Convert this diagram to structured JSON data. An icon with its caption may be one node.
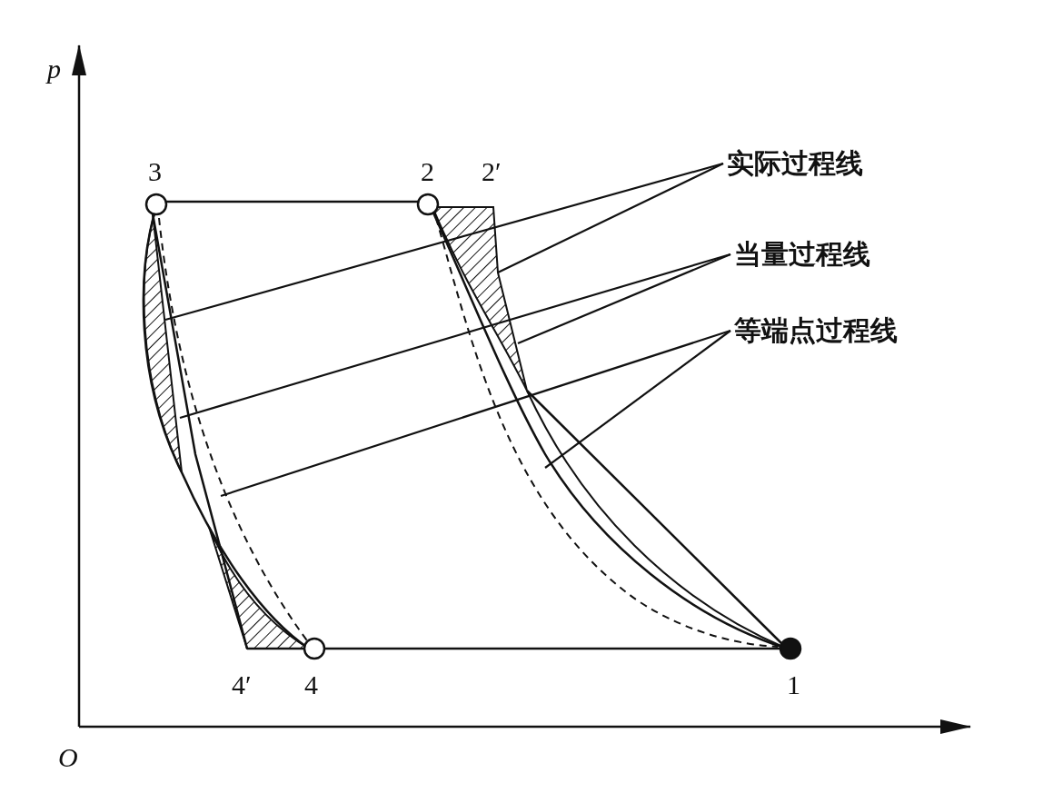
{
  "diagram": {
    "nodes": [
      {
        "text": [
          "实际过程线"
        ]
      },
      {
        "text": [
          "当量过程线"
        ]
      },
      {
        "text": [
          "等端点过程线"
        ]
      }
    ],
    "edges": [
      {
        "from": 0,
        "to": null,
        "arrow": "none"
      },
      {
        "from": 0,
        "to": null,
        "arrow": "none"
      },
      {
        "from": 1,
        "to": null,
        "arrow": "none"
      },
      {
        "from": 1,
        "to": null,
        "arrow": "none"
      },
      {
        "from": 2,
        "to": null,
        "arrow": "none"
      },
      {
        "from": 2,
        "to": null,
        "arrow": "none"
      }
    ],
    "labels": [
      "p",
      "3",
      "2",
      "2′",
      "4′",
      "4",
      "1",
      "O"
    ]
  }
}
